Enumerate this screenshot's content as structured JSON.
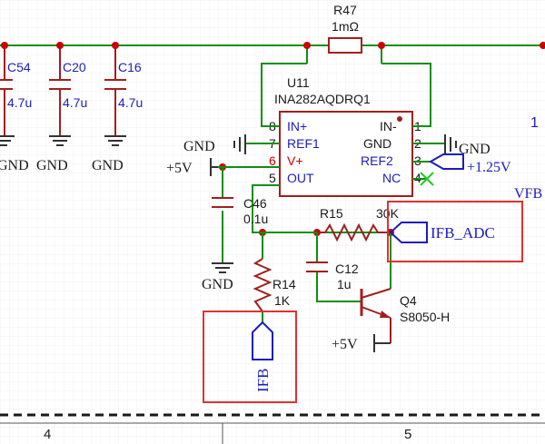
{
  "colors": {
    "background": "#ffffff",
    "grid": "#e6e6ee",
    "wire": "#0f8f0f",
    "part": "#a11f1f",
    "junction": "#cc0000",
    "text_dark": "#1a1a1a",
    "label_blue": "#1c1cbf",
    "highlight_box": "#e03030",
    "noconnect": "#22cc22"
  },
  "components": {
    "r47": {
      "ref": "R47",
      "value": "1mΩ"
    },
    "u11": {
      "ref": "U11",
      "value": "INA282AQDRQ1"
    },
    "c54": {
      "ref": "C54",
      "value": "4.7u"
    },
    "c20": {
      "ref": "C20",
      "value": "4.7u"
    },
    "c16": {
      "ref": "C16",
      "value": "4.7u"
    },
    "c46": {
      "ref": "C46",
      "value": "0.1u"
    },
    "r15": {
      "ref": "R15",
      "value": "30K"
    },
    "c12": {
      "ref": "C12",
      "value": "1u"
    },
    "r14": {
      "ref": "R14",
      "value": "1K"
    },
    "q4": {
      "ref": "Q4",
      "value": "S8050-H"
    }
  },
  "u11_pins": {
    "left": [
      {
        "num": "8",
        "name": "IN+"
      },
      {
        "num": "7",
        "name": "REF1"
      },
      {
        "num": "6",
        "name": "V+"
      },
      {
        "num": "5",
        "name": "OUT"
      }
    ],
    "right": [
      {
        "num": "1",
        "name": "IN-"
      },
      {
        "num": "2",
        "name": "GND"
      },
      {
        "num": "3",
        "name": "REF2"
      },
      {
        "num": "4",
        "name": "NC"
      }
    ]
  },
  "power_labels": {
    "gnd": "GND",
    "vcc": "+5V",
    "vref": "+1.25V"
  },
  "net_labels": {
    "ifb_adc": "IFB_ADC",
    "ifb": "IFB",
    "partial_right": "VFB",
    "partial_right_top": "1"
  },
  "frame": {
    "zones": [
      "4",
      "5"
    ]
  }
}
